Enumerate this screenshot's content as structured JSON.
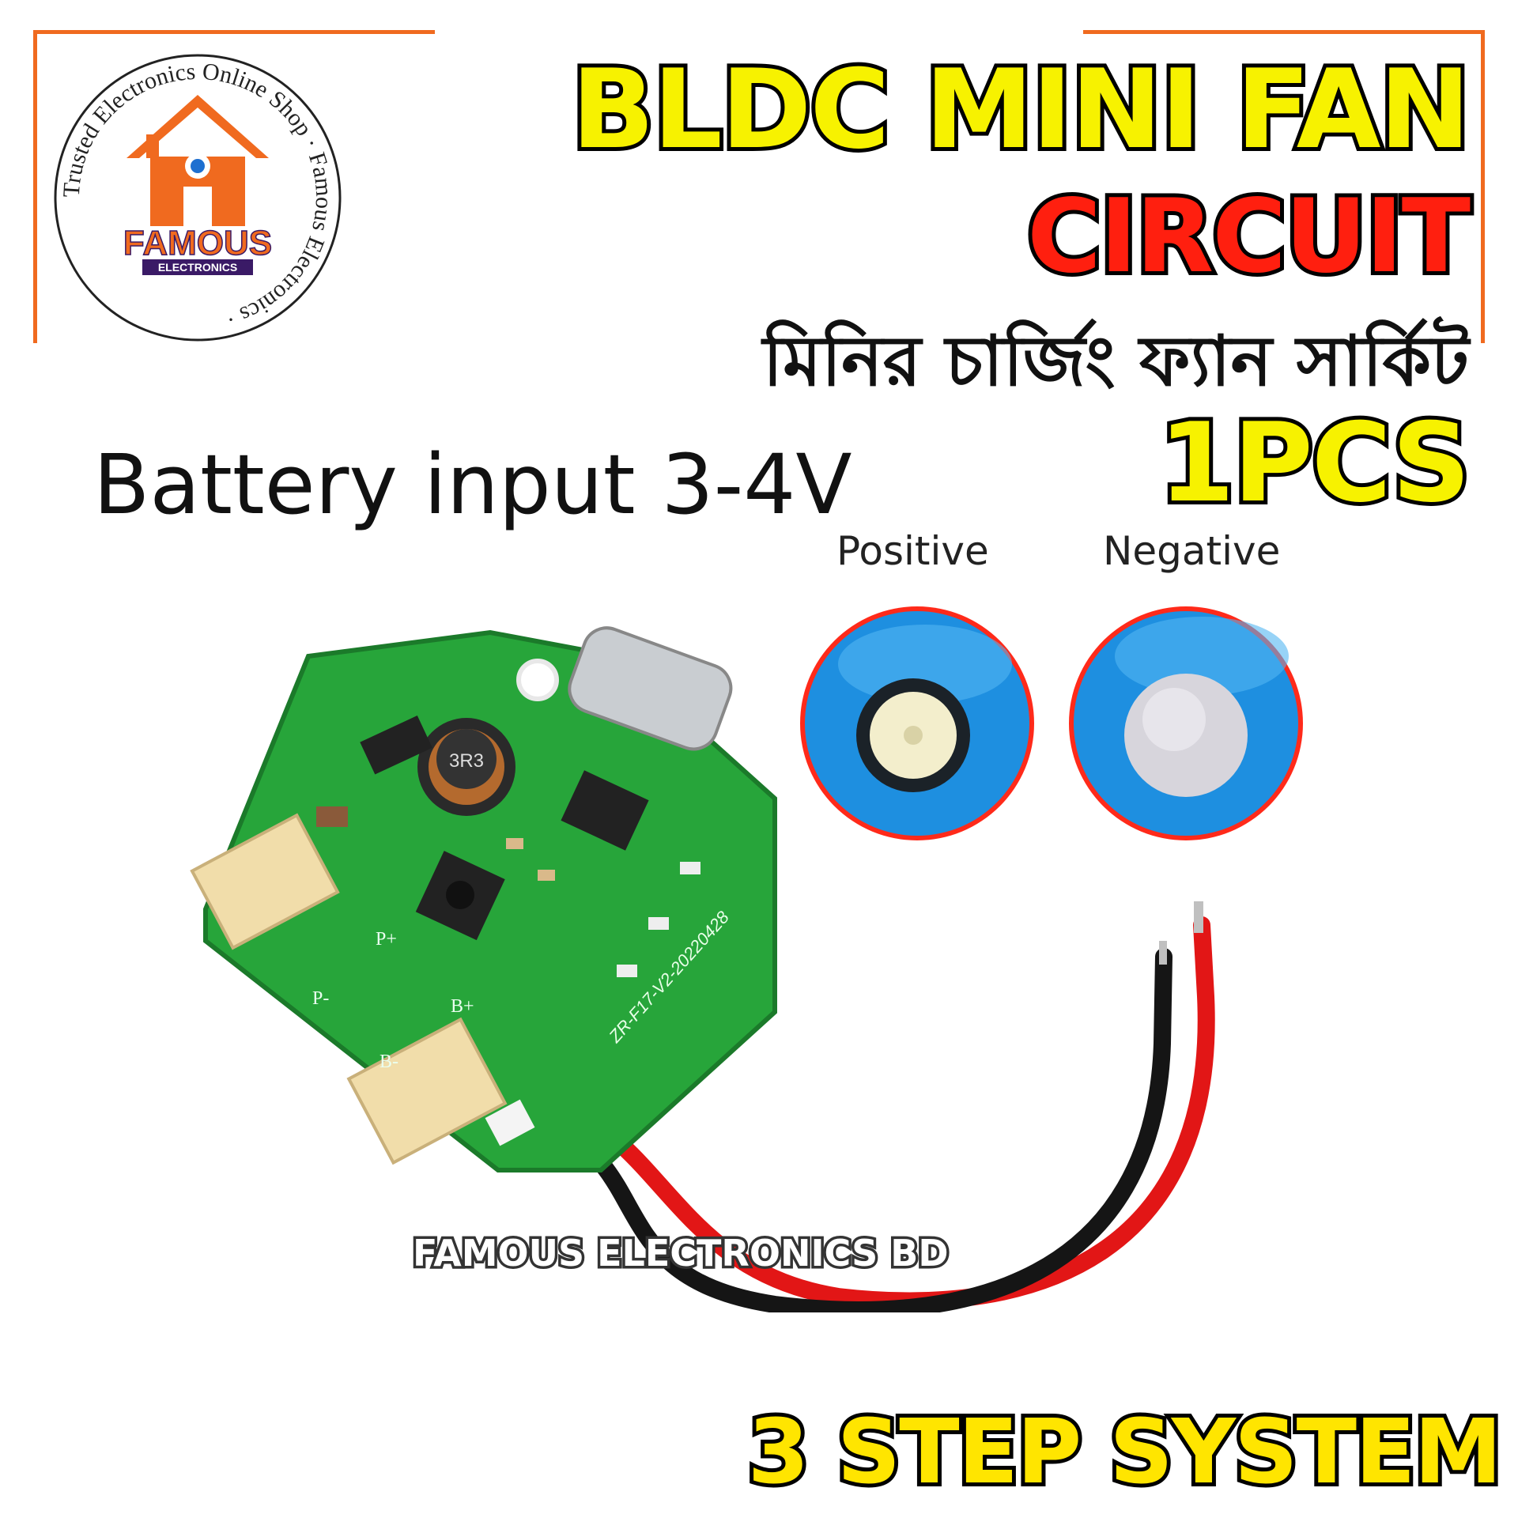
{
  "logo": {
    "ring_text": "Trusted Electronics Online Shop · Famous Electronics ·",
    "brand": "FAMOUS",
    "sub": "ELECTRONICS"
  },
  "headline": {
    "line1": "BLDC MINI FAN",
    "line2": "CIRCUIT",
    "line3": "মিনির চার্জিং ফ্যান সার্কিট",
    "line4": "1PCS"
  },
  "spec": {
    "battery_input": "Battery input 3-4V"
  },
  "battery_cells": {
    "positive_label": "Positive",
    "negative_label": "Negative"
  },
  "pcb": {
    "model_marking": "ZR-F17-V2-20220428",
    "inductor_marking": "3R3",
    "pad_labels": [
      "P+",
      "P-",
      "B+",
      "B-"
    ]
  },
  "watermark": "FAMOUS ELECTRONICS BD",
  "footer": {
    "tagline": "3 STEP SYSTEM"
  },
  "colors": {
    "accent_orange": "#f06a1f",
    "headline_yellow": "#f7f200",
    "headline_red": "#ff1f0f",
    "pcb_green": "#27a53a",
    "cell_blue": "#1e8fe0"
  }
}
